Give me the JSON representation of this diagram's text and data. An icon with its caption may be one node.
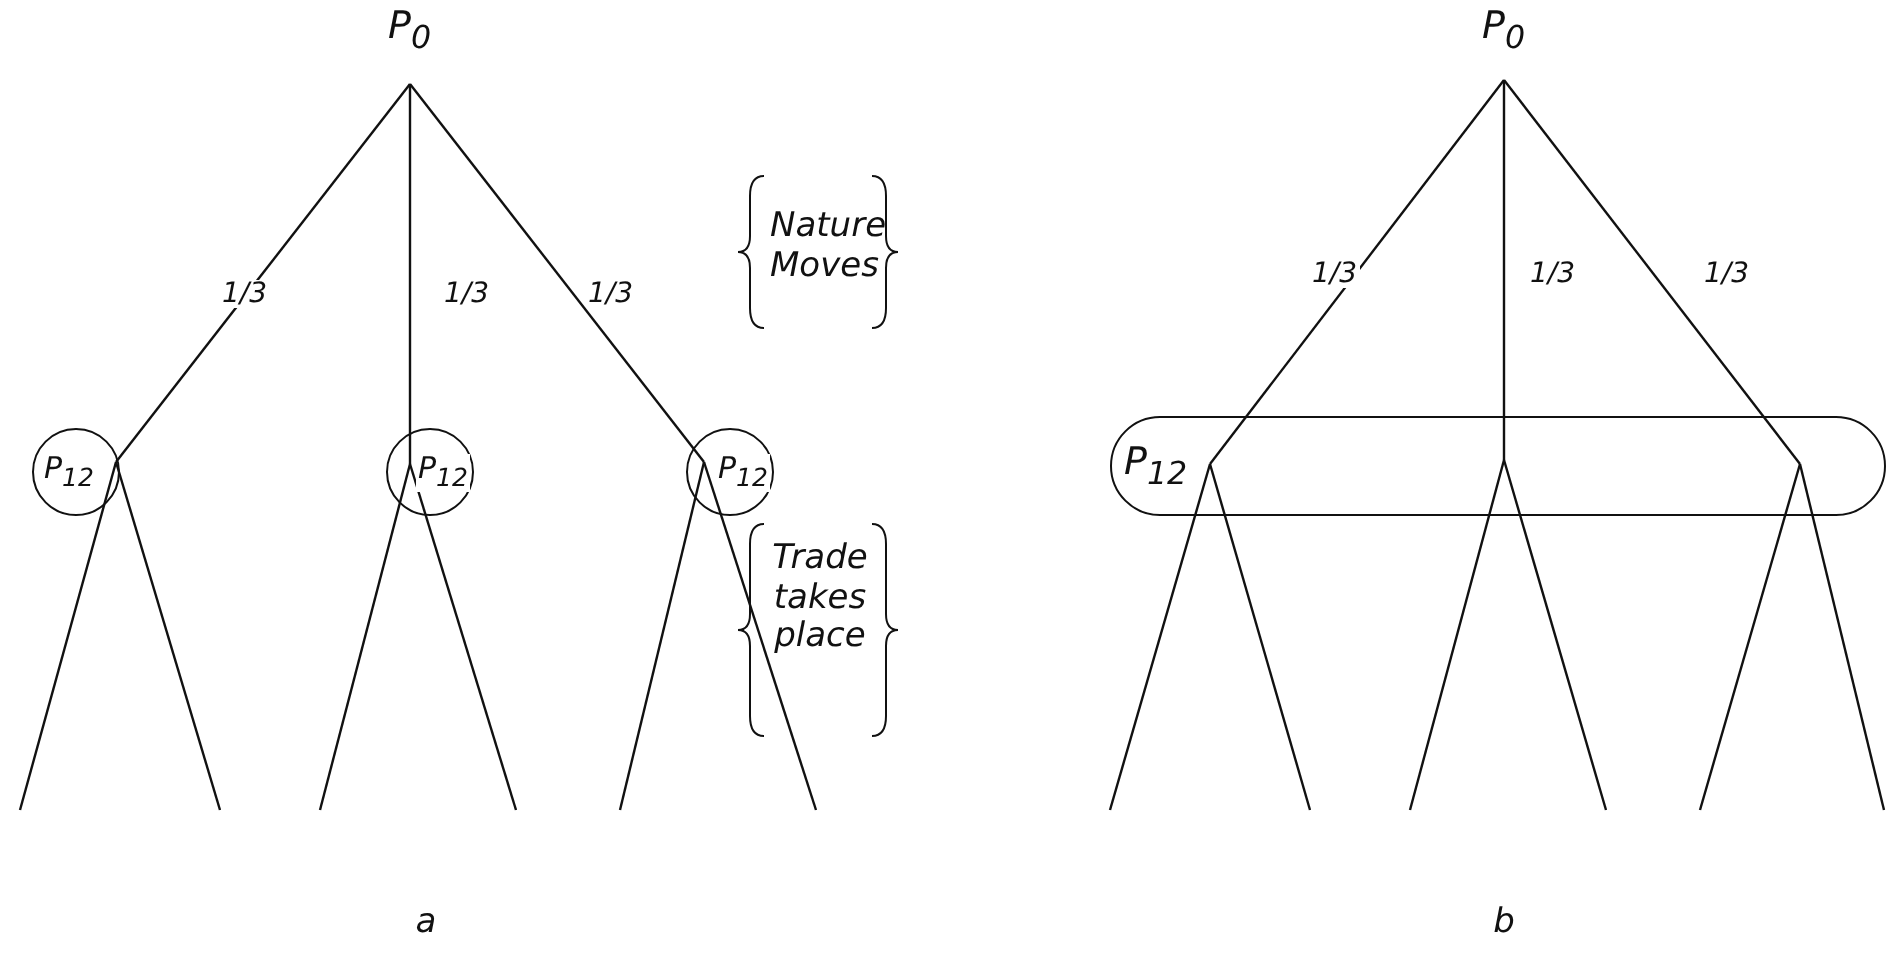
{
  "diagram": {
    "nodes": [
      {
        "text": [
          "P$_{0}$"
        ]
      },
      {
        "text": [
          "P$_{12}$"
        ]
      },
      {
        "text": [
          "P$_{12}$"
        ]
      },
      {
        "text": [
          "P$_{12}$"
        ]
      },
      {
        "text": [
          "P$_{0}$"
        ]
      },
      {
        "text": [
          "P$_{12}$"
        ]
      }
    ],
    "edges": [
      {
        "from": 0,
        "to": 1,
        "arrow": "none",
        "label": "1/3"
      },
      {
        "from": 0,
        "to": 2,
        "arrow": "none",
        "label": "1/3"
      },
      {
        "from": 0,
        "to": 3,
        "arrow": "none",
        "label": "1/3"
      },
      {
        "from": 4,
        "to": 5,
        "arrow": "none",
        "label": "1/3"
      },
      {
        "from": 4,
        "to": 5,
        "arrow": "none",
        "label": "1/3"
      },
      {
        "from": 4,
        "to": 5,
        "arrow": "none",
        "label": "1/3"
      },
      {
        "from": 1,
        "to": null,
        "arrow": "none"
      },
      {
        "from": 1,
        "to": null,
        "arrow": "none"
      },
      {
        "from": 2,
        "to": null,
        "arrow": "none"
      },
      {
        "from": 2,
        "to": null,
        "arrow": "none"
      },
      {
        "from": 3,
        "to": null,
        "arrow": "none"
      },
      {
        "from": 3,
        "to": null,
        "arrow": "none"
      },
      {
        "from": 5,
        "to": null,
        "arrow": "none"
      },
      {
        "from": 5,
        "to": null,
        "arrow": "none"
      },
      {
        "from": 5,
        "to": null,
        "arrow": "none"
      },
      {
        "from": 5,
        "to": null,
        "arrow": "none"
      },
      {
        "from": 5,
        "to": null,
        "arrow": "none"
      },
      {
        "from": 5,
        "to": null,
        "arrow": "none"
      }
    ],
    "labels": [
      "Nature Moves",
      "Trade takes place",
      "a",
      "b"
    ]
  }
}
